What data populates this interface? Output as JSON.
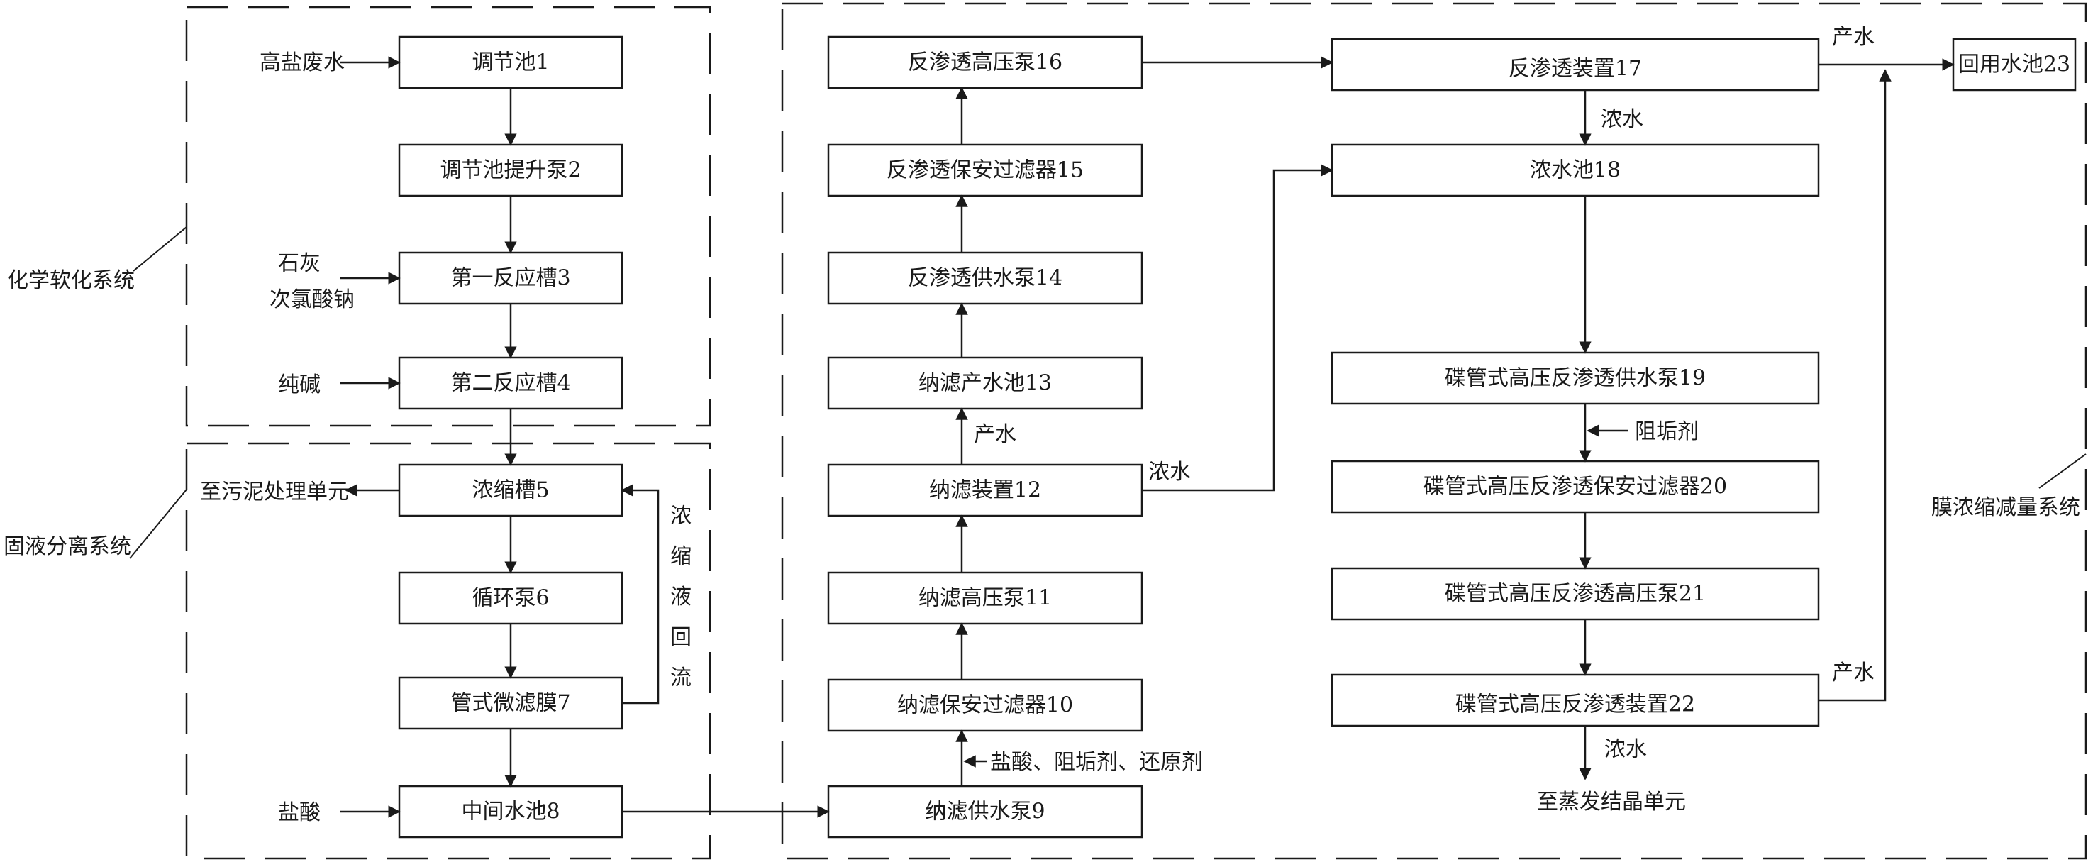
{
  "colors": {
    "line": "#1a1a1a",
    "background": "#ffffff"
  },
  "groups": {
    "chemical_softening": "化学软化系统",
    "solid_liquid_separation": "固液分离系统",
    "membrane_concentration": "膜浓缩减量系统"
  },
  "nodes": {
    "n1": "调节池1",
    "n2": "调节池提升泵2",
    "n3": "第一反应槽3",
    "n4": "第二反应槽4",
    "n5": "浓缩槽5",
    "n6": "循环泵6",
    "n7": "管式微滤膜7",
    "n8": "中间水池8",
    "n9": "纳滤供水泵9",
    "n10": "纳滤保安过滤器10",
    "n11": "纳滤高压泵11",
    "n12": "纳滤装置12",
    "n13": "纳滤产水池13",
    "n14": "反渗透供水泵14",
    "n15": "反渗透保安过滤器15",
    "n16": "反渗透高压泵16",
    "n17": "反渗透装置17",
    "n18": "浓水池18",
    "n19": "碟管式高压反渗透供水泵19",
    "n20": "碟管式高压反渗透保安过滤器20",
    "n21": "碟管式高压反渗透高压泵21",
    "n22": "碟管式高压反渗透装置22",
    "n23": "回用水池23"
  },
  "inputs": {
    "high_salt_wastewater": "高盐废水",
    "lime": "石灰",
    "sodium_hypochlorite": "次氯酸钠",
    "soda_ash": "纯碱",
    "hydrochloric_acid": "盐酸",
    "nf_chemicals": "盐酸、阻垢剂、还原剂",
    "antiscalant": "阻垢剂"
  },
  "outputs": {
    "to_sludge_unit": "至污泥处理单元",
    "to_evaporation_unit": "至蒸发结晶单元"
  },
  "flows": {
    "permeate": "产水",
    "concentrate": "浓水",
    "reflux_chars": [
      "浓",
      "缩",
      "液",
      "回",
      "流"
    ]
  }
}
